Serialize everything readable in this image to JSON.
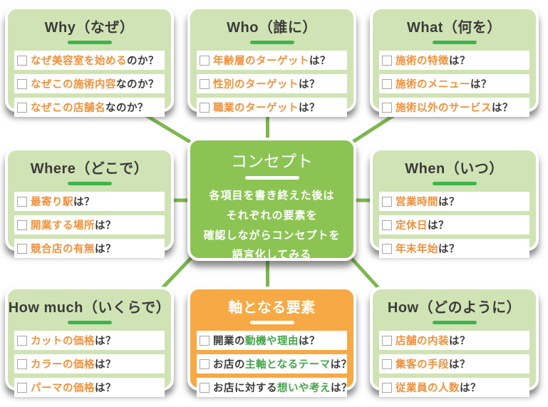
{
  "colors": {
    "card_bg": "#d0e3b4",
    "center_bg": "#8cc453",
    "axis_bg": "#f6a944",
    "underline_green": "#3db54c",
    "connector_green": "#7db84f",
    "highlight_orange": "#f0913a",
    "highlight_green": "#44a648",
    "text_dark": "#3b3b3b"
  },
  "center": {
    "title": "コンセプト",
    "lines": [
      "各項目を書き終えた後は",
      "それぞれの要素を",
      "確認しながらコンセプトを",
      "語言化してみる"
    ]
  },
  "why": {
    "title": "Why（なぜ）",
    "items": [
      {
        "pre": "",
        "em": "なぜ美容室を始める",
        "post": "のか？"
      },
      {
        "pre": "",
        "em": "なぜこの施術内容",
        "post": "なのか？"
      },
      {
        "pre": "",
        "em": "なぜこの店舗名",
        "post": "なのか？"
      }
    ]
  },
  "who": {
    "title": "Who（誰に）",
    "items": [
      {
        "pre": "",
        "em": "年齢層のターゲット",
        "post": "は？"
      },
      {
        "pre": "",
        "em": "性別のターゲット",
        "post": "は？"
      },
      {
        "pre": "",
        "em": "職業のターゲット",
        "post": "は？"
      }
    ]
  },
  "what": {
    "title": "What（何を）",
    "items": [
      {
        "pre": "",
        "em": "施術の特徴",
        "post": "は？"
      },
      {
        "pre": "",
        "em": "施術のメニュー",
        "post": "は？"
      },
      {
        "pre": "",
        "em": "施術以外のサービス",
        "post": "は？"
      }
    ]
  },
  "where": {
    "title": "Where（どこで）",
    "items": [
      {
        "pre": "",
        "em": "最寄り駅",
        "post": "は？"
      },
      {
        "pre": "",
        "em": "開業する場所",
        "post": "は？"
      },
      {
        "pre": "",
        "em": "競合店の有無",
        "post": "は？"
      }
    ]
  },
  "when": {
    "title": "When（いつ）",
    "items": [
      {
        "pre": "",
        "em": "営業時間",
        "post": "は？"
      },
      {
        "pre": "",
        "em": "定休日",
        "post": "は？"
      },
      {
        "pre": "",
        "em": "年末年始",
        "post": "は？"
      }
    ]
  },
  "howmuch": {
    "title": "How much（いくらで）",
    "items": [
      {
        "pre": "",
        "em": "カットの価格",
        "post": "は？"
      },
      {
        "pre": "",
        "em": "カラーの価格",
        "post": "は？"
      },
      {
        "pre": "",
        "em": "パーマの価格",
        "post": "は？"
      }
    ]
  },
  "axis": {
    "title": "軸となる要素",
    "items": [
      {
        "pre": "開業の",
        "em": "動機や理由",
        "post": "は？"
      },
      {
        "pre": "お店の",
        "em": "主軸となるテーマ",
        "post": "は？"
      },
      {
        "pre": "お店に対する",
        "em": "想いや考え",
        "post": "は？"
      }
    ]
  },
  "how": {
    "title": "How（どのように）",
    "items": [
      {
        "pre": "",
        "em": "店舗の内装",
        "post": "は？"
      },
      {
        "pre": "",
        "em": "集客の手段",
        "post": "は？"
      },
      {
        "pre": "",
        "em": "従業員の人数",
        "post": "は？"
      }
    ]
  }
}
